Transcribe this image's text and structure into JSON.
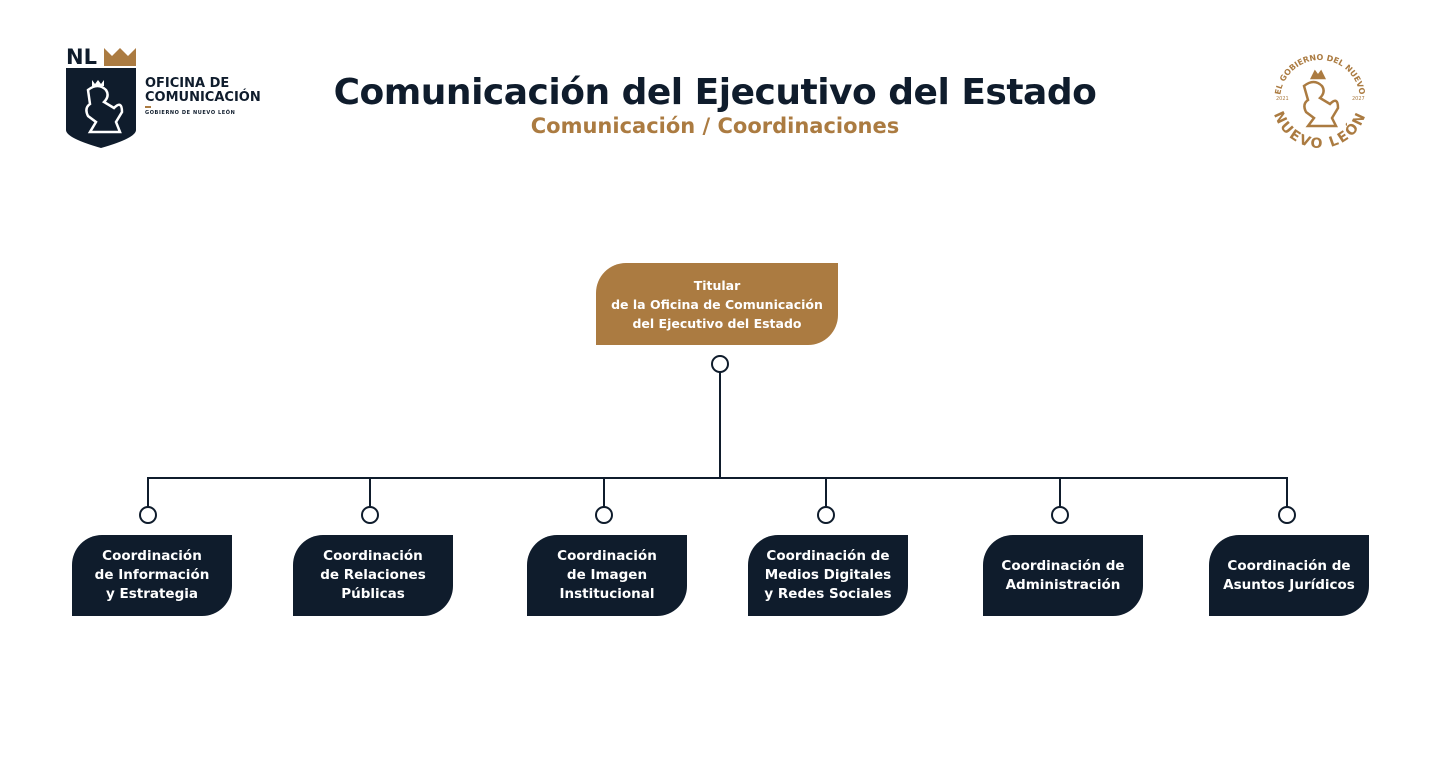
{
  "header": {
    "title": "Comunicación del Ejecutivo del Estado",
    "subtitle": "Comunicación / Coordinaciones"
  },
  "left_logo": {
    "monogram": "NL",
    "name_line1": "OFICINA DE",
    "name_line2": "COMUNICACIÓN",
    "tagline": "GOBIERNO DE NUEVO LEÓN"
  },
  "right_logo": {
    "top_text": "EL GOBIERNO DEL NUEVO",
    "bottom_text": "NUEVO LEÓN",
    "year_start": "2021",
    "year_end": "2027"
  },
  "colors": {
    "navy": "#0f1c2c",
    "gold": "#ab7b41"
  },
  "org": {
    "head": {
      "label": "Titular\nde la Oficina de Comunicación\ndel Ejecutivo del Estado"
    },
    "children": [
      {
        "label": "Coordinación\nde Información\ny Estrategia"
      },
      {
        "label": "Coordinación\nde Relaciones\nPúblicas"
      },
      {
        "label": "Coordinación\nde Imagen\nInstitucional"
      },
      {
        "label": "Coordinación de\nMedios Digitales\ny Redes Sociales"
      },
      {
        "label": "Coordinación de\nAdministración"
      },
      {
        "label": "Coordinación de\nAsuntos Jurídicos"
      }
    ]
  }
}
